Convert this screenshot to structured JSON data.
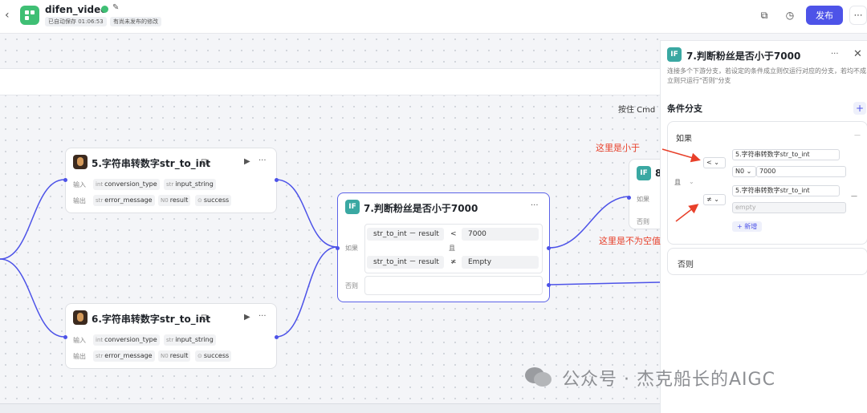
{
  "app": {
    "title": "difen_video",
    "autosave": "已自动保存 01:06:53",
    "unpublished": "有尚未发布的修改",
    "publish": "发布",
    "more": "···",
    "back": "‹"
  },
  "canvas": {
    "hint": "按住 Cmd"
  },
  "nodes": {
    "n5": {
      "title": "5.字符串转数字str_to_int",
      "in_label": "输入",
      "out_label": "输出",
      "inputs": [
        {
          "type": "int",
          "name": "conversion_type"
        },
        {
          "type": "str",
          "name": "input_string"
        }
      ],
      "outputs": [
        {
          "type": "str",
          "name": "error_message"
        },
        {
          "type": "N0",
          "name": "result"
        },
        {
          "type": "⊙",
          "name": "success"
        }
      ]
    },
    "n6": {
      "title": "6.字符串转数字str_to_int",
      "in_label": "输入",
      "out_label": "输出",
      "inputs": [
        {
          "type": "int",
          "name": "conversion_type"
        },
        {
          "type": "str",
          "name": "input_string"
        }
      ],
      "outputs": [
        {
          "type": "str",
          "name": "error_message"
        },
        {
          "type": "N0",
          "name": "result"
        },
        {
          "type": "⊙",
          "name": "success"
        }
      ]
    },
    "n7": {
      "title": "7.判断粉丝是否小于7000",
      "if_label": "如果",
      "else_label": "否则",
      "and_label": "且",
      "c1": {
        "left": "str_to_int － result",
        "op": "<",
        "right": "7000"
      },
      "c2": {
        "left": "str_to_int － result",
        "op": "≭",
        "right": "Empty"
      }
    },
    "n8": {
      "title": "8",
      "if_label": "如果",
      "else_label": "否则"
    }
  },
  "panel": {
    "title": "7.判断粉丝是否小于7000",
    "desc": "连接多个下游分支，若设定的条件成立则仅运行对应的分支，若均不成立则只运行\"否则\"分支",
    "section": "条件分支",
    "if_label": "如果",
    "and_label": "且",
    "c1": {
      "var": "5.字符串转数字str_to_int",
      "op": "<",
      "type": "N0",
      "value": "7000"
    },
    "c2": {
      "var": "5.字符串转数字str_to_int",
      "op": "≭",
      "placeholder": "empty"
    },
    "add": "+ 新增",
    "else_label": "否则"
  },
  "annotations": {
    "a1": "这里是小于",
    "a2": "这里是不为空值"
  },
  "watermark": "公众号 · 杰克船长的AIGC"
}
